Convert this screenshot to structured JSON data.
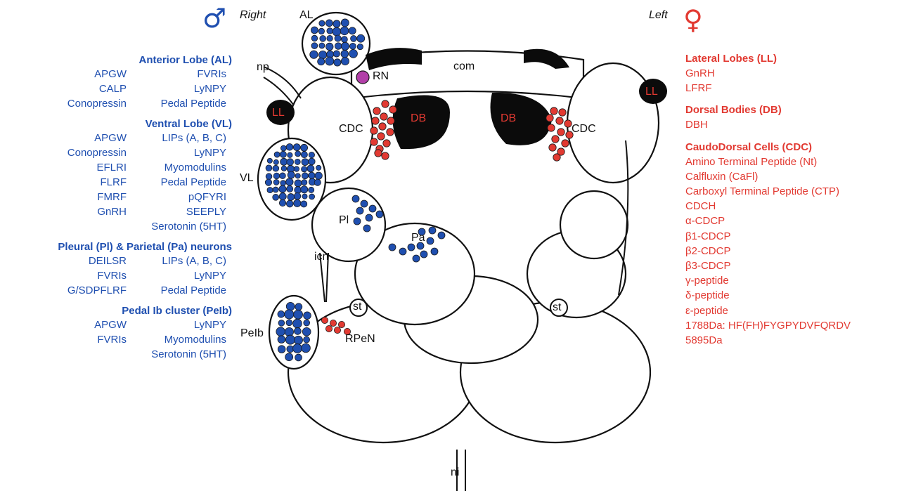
{
  "header": {
    "right_label": "Right",
    "left_label": "Left",
    "male_symbol": "♂",
    "female_symbol": "♀"
  },
  "colors": {
    "blue": "#1f4fb0",
    "red": "#e23a32",
    "black": "#0b0b0b",
    "rn": "#b23fa8"
  },
  "male_groups": [
    {
      "title": "Anterior Lobe (AL)",
      "rows": [
        [
          "APGW",
          "FVRIs"
        ],
        [
          "CALP",
          "LyNPY"
        ],
        [
          "Conopressin",
          "Pedal Peptide"
        ]
      ]
    },
    {
      "title": "Ventral Lobe (VL)",
      "rows": [
        [
          "APGW",
          "LIPs (A, B, C)"
        ],
        [
          "Conopressin",
          "LyNPY"
        ],
        [
          "EFLRI",
          "Myomodulins"
        ],
        [
          "FLRF",
          "Pedal Peptide"
        ],
        [
          "FMRF",
          "pQFYRI"
        ],
        [
          "GnRH",
          "SEEPLY"
        ],
        [
          "",
          "Serotonin (5HT)"
        ]
      ]
    },
    {
      "title": "Pleural (Pl) & Parietal (Pa) neurons",
      "rows": [
        [
          "DEILSR",
          "LIPs (A, B, C)"
        ],
        [
          "FVRIs",
          "LyNPY"
        ],
        [
          "G/SDPFLRF",
          "Pedal Peptide"
        ]
      ]
    },
    {
      "title": "Pedal Ib cluster (PeIb)",
      "rows": [
        [
          "APGW",
          "LyNPY"
        ],
        [
          "FVRIs",
          "Myomodulins"
        ],
        [
          "",
          "Serotonin (5HT)"
        ]
      ]
    }
  ],
  "female_groups": [
    {
      "title": "Lateral Lobes (LL)",
      "items": [
        "GnRH",
        "LFRF"
      ]
    },
    {
      "title": "Dorsal Bodies (DB)",
      "items": [
        "DBH"
      ]
    },
    {
      "title": "CaudoDorsal Cells (CDC)",
      "items": [
        "Amino Terminal Peptide (Nt)",
        "Calfluxin (CaFl)",
        "Carboxyl Terminal Peptide (CTP)",
        "CDCH",
        "α-CDCP",
        "β1-CDCP",
        "β2-CDCP",
        "β3-CDCP",
        "γ-peptide",
        "δ-peptide",
        "ε-peptide",
        "1788Da: HF(FH)FYGPYDVFQRDV",
        "5895Da"
      ]
    }
  ],
  "diagram_labels": {
    "al": "AL",
    "np": "np",
    "rn": "RN",
    "com": "com",
    "ll_right": "LL",
    "ll_left": "LL",
    "cdc_right": "CDC",
    "cdc_left": "CDC",
    "db_right": "DB",
    "db_left": "DB",
    "vl": "VL",
    "pl": "Pl",
    "pa": "Pa",
    "icn": "icn",
    "st_right": "st",
    "st_left": "st",
    "peib": "PeIb",
    "rpen": "RPeN",
    "ni": "ni"
  }
}
